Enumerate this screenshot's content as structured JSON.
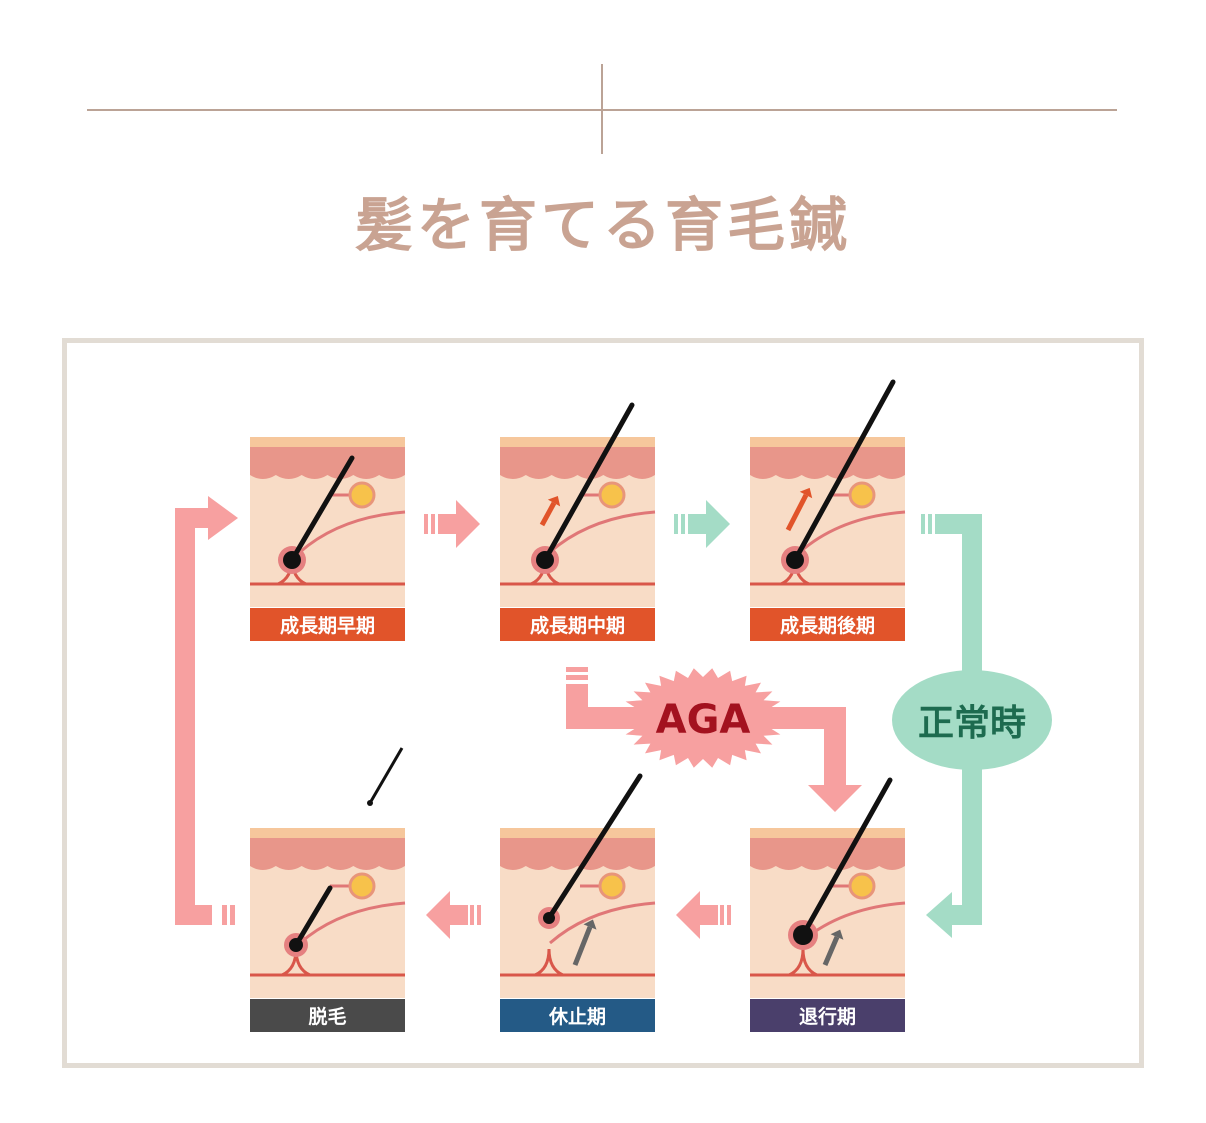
{
  "header": {
    "title": "髪を育てる育毛鍼"
  },
  "diagram": {
    "stages": {
      "early_anagen": "成長期早期",
      "mid_anagen": "成長期中期",
      "late_anagen": "成長期後期",
      "catagen": "退行期",
      "telogen": "休止期",
      "shedding": "脱毛"
    },
    "aga_label": "AGA",
    "normal_label": "正常時",
    "colors": {
      "anagen": "#e1542a",
      "catagen": "#4a3f6b",
      "telogen": "#245a86",
      "shedding": "#4a4a4a",
      "aga_arrow": "#f7a0a0",
      "normal_arrow": "#a4dcc6"
    }
  }
}
